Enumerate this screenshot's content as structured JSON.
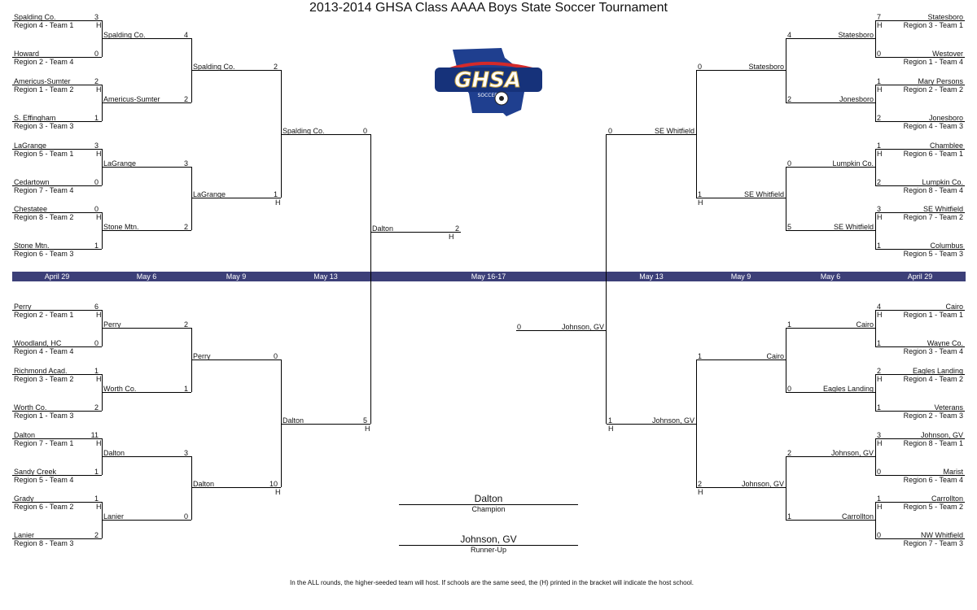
{
  "title": "2013-2014 GHSA Class AAAA Boys State Soccer Tournament",
  "logo": {
    "text": "GHSA",
    "subtext": "SOCCER"
  },
  "dates": [
    "April 29",
    "May 6",
    "May 9",
    "May 13",
    "May 16-17",
    "May 13",
    "May 9",
    "May 6",
    "April 29"
  ],
  "left_top": {
    "r1": [
      {
        "team": "Spalding Co.",
        "score": "3",
        "host": "H",
        "seed": "Region 4 - Team 1"
      },
      {
        "team": "Howard",
        "score": "0",
        "seed": "Region 2 - Team 4"
      },
      {
        "team": "Americus-Sumter",
        "score": "2",
        "host": "H",
        "seed": "Region 1 - Team 2"
      },
      {
        "team": "S. Effingham",
        "score": "1",
        "seed": "Region 3 - Team 3"
      },
      {
        "team": "LaGrange",
        "score": "3",
        "host": "H",
        "seed": "Region 5 - Team 1"
      },
      {
        "team": "Cedartown",
        "score": "0",
        "seed": "Region 7 - Team 4"
      },
      {
        "team": "Chestatee",
        "score": "0",
        "host": "H",
        "seed": "Region 8 - Team 2"
      },
      {
        "team": "Stone Mtn.",
        "score": "1",
        "seed": "Region 6 - Team 3"
      }
    ],
    "r2": [
      {
        "team": "Spalding Co.",
        "score": "4"
      },
      {
        "team": "Americus-Sumter",
        "score": "2"
      },
      {
        "team": "LaGrange",
        "score": "3"
      },
      {
        "team": "Stone Mtn.",
        "score": "2"
      }
    ],
    "r3": [
      {
        "team": "Spalding Co.",
        "score": "2"
      },
      {
        "team": "LaGrange",
        "score": "1",
        "host": "H"
      }
    ],
    "r4": {
      "team": "Spalding Co.",
      "score": "0"
    }
  },
  "left_bottom": {
    "r1": [
      {
        "team": "Perry",
        "score": "6",
        "host": "H",
        "seed": "Region 2 - Team 1"
      },
      {
        "team": "Woodland, HC",
        "score": "0",
        "seed": "Region 4 - Team 4"
      },
      {
        "team": "Richmond Acad.",
        "score": "1",
        "host": "H",
        "seed": "Region 3 - Team 2"
      },
      {
        "team": "Worth Co.",
        "score": "2",
        "seed": "Region 1 - Team 3"
      },
      {
        "team": "Dalton",
        "score": "11",
        "host": "H",
        "seed": "Region 7 - Team 1"
      },
      {
        "team": "Sandy Creek",
        "score": "1",
        "seed": "Region 5 - Team 4"
      },
      {
        "team": "Grady",
        "score": "1",
        "host": "H",
        "seed": "Region 6 - Team 2"
      },
      {
        "team": "Lanier",
        "score": "2",
        "seed": "Region 8 - Team 3"
      }
    ],
    "r2": [
      {
        "team": "Perry",
        "score": "2"
      },
      {
        "team": "Worth Co.",
        "score": "1"
      },
      {
        "team": "Dalton",
        "score": "3"
      },
      {
        "team": "Lanier",
        "score": "0"
      }
    ],
    "r3": [
      {
        "team": "Perry",
        "score": "0"
      },
      {
        "team": "Dalton",
        "score": "10",
        "host": "H"
      }
    ],
    "r4": {
      "team": "Dalton",
      "score": "5",
      "host": "H"
    }
  },
  "right_top": {
    "r1": [
      {
        "team": "Statesboro",
        "score": "7",
        "host": "H",
        "seed": "Region 3 - Team 1"
      },
      {
        "team": "Westover",
        "score": "0",
        "seed": "Region 1 - Team 4"
      },
      {
        "team": "Mary Persons",
        "score": "1",
        "host": "H",
        "seed": "Region 2 - Team 2"
      },
      {
        "team": "Jonesboro",
        "score": "2",
        "seed": "Region 4 - Team 3"
      },
      {
        "team": "Chamblee",
        "score": "1",
        "host": "H",
        "seed": "Region 6 - Team 1"
      },
      {
        "team": "Lumpkin Co.",
        "score": "2",
        "seed": "Region 8 - Team 4"
      },
      {
        "team": "SE Whitfield",
        "score": "3",
        "host": "H",
        "seed": "Region 7 - Team 2"
      },
      {
        "team": "Columbus",
        "score": "1",
        "seed": "Region 5 - Team 3"
      }
    ],
    "r2": [
      {
        "team": "Statesboro",
        "score": "4"
      },
      {
        "team": "Jonesboro",
        "score": "2"
      },
      {
        "team": "Lumpkin Co.",
        "score": "0"
      },
      {
        "team": "SE Whitfield",
        "score": "5"
      }
    ],
    "r3": [
      {
        "team": "Statesboro",
        "score": "0"
      },
      {
        "team": "SE Whitfield",
        "score": "1",
        "host": "H"
      }
    ],
    "r4": {
      "team": "SE Whitfield",
      "score": "0"
    }
  },
  "right_bottom": {
    "r1": [
      {
        "team": "Cairo",
        "score": "4",
        "host": "H",
        "seed": "Region 1 - Team 1"
      },
      {
        "team": "Wayne Co.",
        "score": "1",
        "seed": "Region 3 - Team 4"
      },
      {
        "team": "Eagles Landing",
        "score": "2",
        "host": "H",
        "seed": "Region 4 - Team 2"
      },
      {
        "team": "Veterans",
        "score": "1",
        "seed": "Region 2 - Team 3"
      },
      {
        "team": "Johnson, GV",
        "score": "3",
        "host": "H",
        "seed": "Region 8 - Team 1"
      },
      {
        "team": "Marist",
        "score": "0",
        "seed": "Region 6 - Team 4"
      },
      {
        "team": "Carrollton",
        "score": "1",
        "host": "H",
        "seed": "Region 5 - Team 2"
      },
      {
        "team": "NW Whitfield",
        "score": "0",
        "seed": "Region 7 - Team 3"
      }
    ],
    "r2": [
      {
        "team": "Cairo",
        "score": "1"
      },
      {
        "team": "Eagles Landing",
        "score": "0"
      },
      {
        "team": "Johnson, GV",
        "score": "2"
      },
      {
        "team": "Carrollton",
        "score": "1"
      }
    ],
    "r3": [
      {
        "team": "Cairo",
        "score": "1"
      },
      {
        "team": "Johnson, GV",
        "score": "2",
        "host": "H"
      }
    ],
    "r4": {
      "team": "Johnson, GV",
      "score": "1",
      "host": "H"
    }
  },
  "final": {
    "left": {
      "team": "Dalton",
      "score": "2",
      "host": "H"
    },
    "right": {
      "team": "Johnson, GV",
      "score": "0"
    }
  },
  "champion": {
    "team": "Dalton",
    "label": "Champion"
  },
  "runner_up": {
    "team": "Johnson, GV",
    "label": "Runner-Up"
  },
  "footnote": "In the ALL rounds, the higher-seeded team will host.  If schools are the same seed, the (H) printed in the bracket will indicate the host school."
}
